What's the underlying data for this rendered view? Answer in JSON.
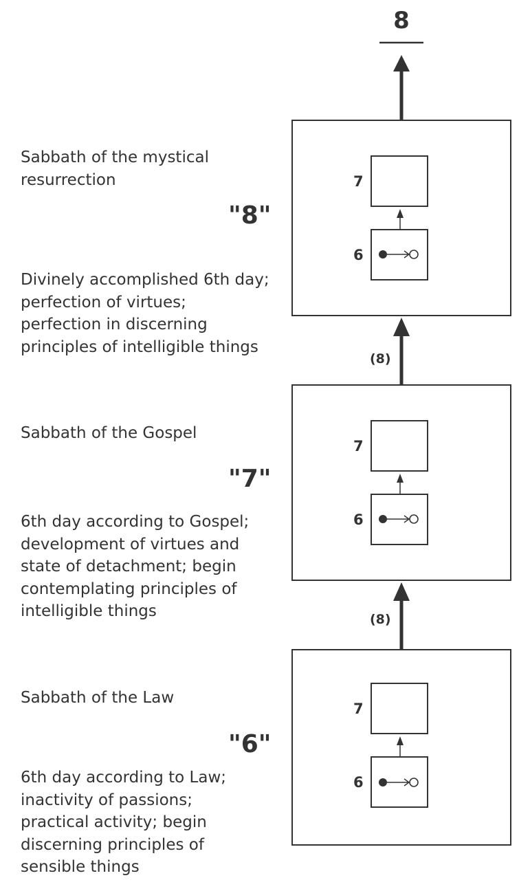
{
  "top_label": "8",
  "stages": [
    {
      "id": "eight",
      "stage_label": "\"8\"",
      "sabbath_text": "Sabbath of the mystical\nresurrection",
      "day_text": "Divinely accomplished 6th day;\nperfection of virtues;\nperfection in discerning\nprinciples of intelligible things",
      "box7_label": "7",
      "box6_label": "6"
    },
    {
      "id": "seven",
      "stage_label": "\"7\"",
      "sabbath_text": "Sabbath of the Gospel",
      "day_text": "6th day according to Gospel;\ndevelopment of virtues and\nstate of detachment; begin\ncontemplating principles of\nintelligible things",
      "box7_label": "7",
      "box6_label": "6"
    },
    {
      "id": "six",
      "stage_label": "\"6\"",
      "sabbath_text": "Sabbath of the Law",
      "day_text": "6th day according to Law;\ninactivity of passions;\npractical activity; begin\ndiscerning principles of\nsensible things",
      "box7_label": "7",
      "box6_label": "6"
    }
  ],
  "connector_labels": [
    "(8)",
    "(8)"
  ],
  "colors": {
    "ink": "#333333",
    "background": "#ffffff"
  }
}
